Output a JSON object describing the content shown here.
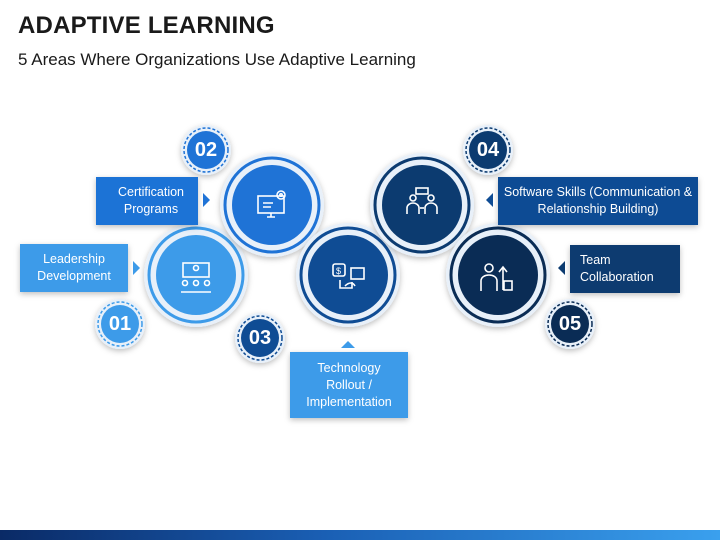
{
  "title": "ADAPTIVE LEARNING",
  "subtitle": "5 Areas Where Organizations Use Adaptive Learning",
  "colors": {
    "light_blue": "#3d9be9",
    "mid_blue": "#1f73d6",
    "dark_blue": "#0f4c94",
    "navy": "#0c3b70",
    "deep_navy": "#0a2c55"
  },
  "items": [
    {
      "number": "01",
      "label": "Leadership Development",
      "icon": "leadership-presentation-icon"
    },
    {
      "number": "02",
      "label": "Certification Programs",
      "icon": "monitor-gear-icon"
    },
    {
      "number": "03",
      "label": "Technology Rollout / Implementation",
      "icon": "tech-rollout-icon"
    },
    {
      "number": "04",
      "label": "Software Skills (Communication & Relationship Building)",
      "icon": "team-meeting-icon"
    },
    {
      "number": "05",
      "label": "Team Collaboration",
      "icon": "growth-person-icon"
    }
  ]
}
